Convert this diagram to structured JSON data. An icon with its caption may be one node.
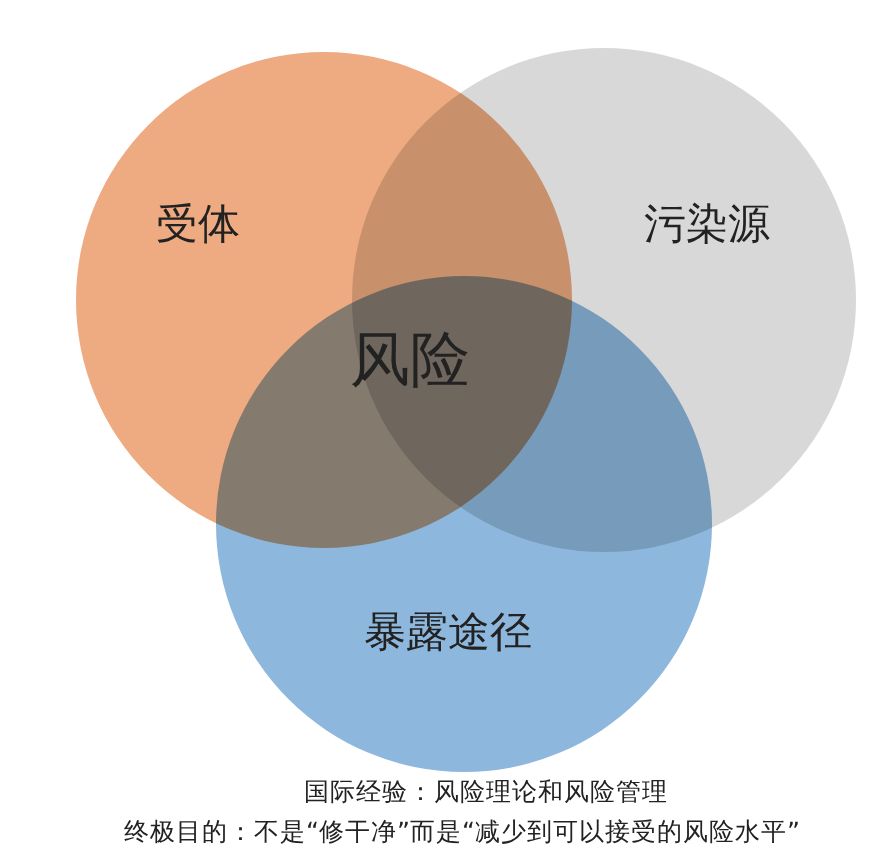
{
  "diagram": {
    "nodes": [
      {
        "text": [
          "受体"
        ]
      },
      {
        "text": [
          "污染源"
        ]
      },
      {
        "text": [
          "暴露途径"
        ]
      }
    ],
    "labels": [
      "风险",
      "国际经验：风险理论和风险管理",
      "终极目的：不是“修干净”而是“减少到可以接受的风险水平”"
    ]
  }
}
